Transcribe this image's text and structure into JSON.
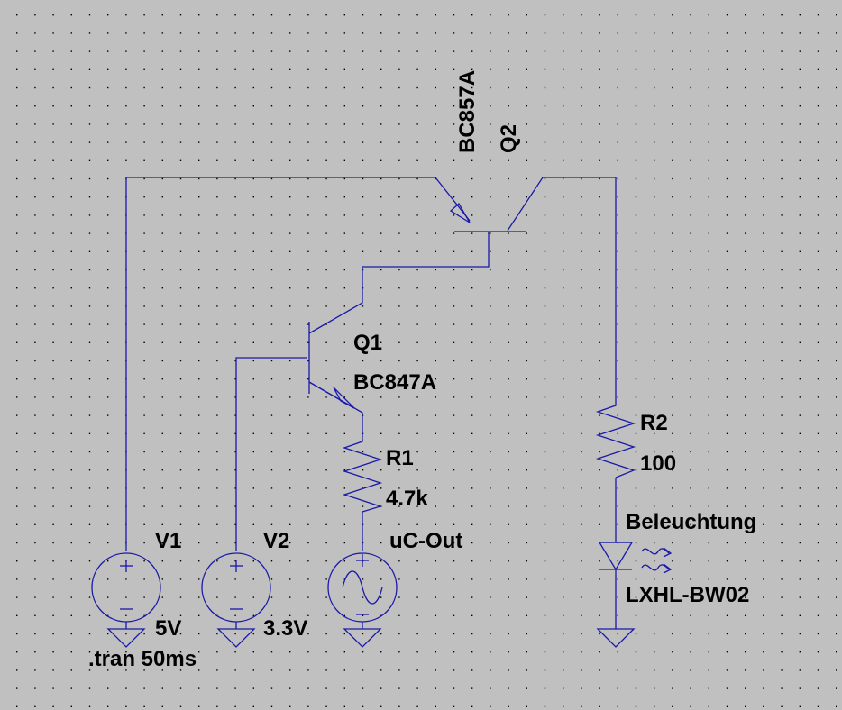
{
  "colors": {
    "background": "#c0c0c0",
    "grid_dot": "#000000",
    "wire": "#1a1aa8",
    "text": "#000000"
  },
  "components": {
    "q1": {
      "name": "Q1",
      "model": "BC847A"
    },
    "q2": {
      "name": "Q2",
      "model": "BC857A"
    },
    "r1": {
      "name": "R1",
      "value": "4.7k"
    },
    "r2": {
      "name": "R2",
      "value": "100"
    },
    "v1": {
      "name": "V1",
      "value": "5V"
    },
    "v2": {
      "name": "V2",
      "value": "3.3V"
    },
    "v3": {
      "name": "uC-Out"
    },
    "d1": {
      "name": "Beleuchtung",
      "model": "LXHL-BW02"
    }
  },
  "directive": ".tran 50ms"
}
